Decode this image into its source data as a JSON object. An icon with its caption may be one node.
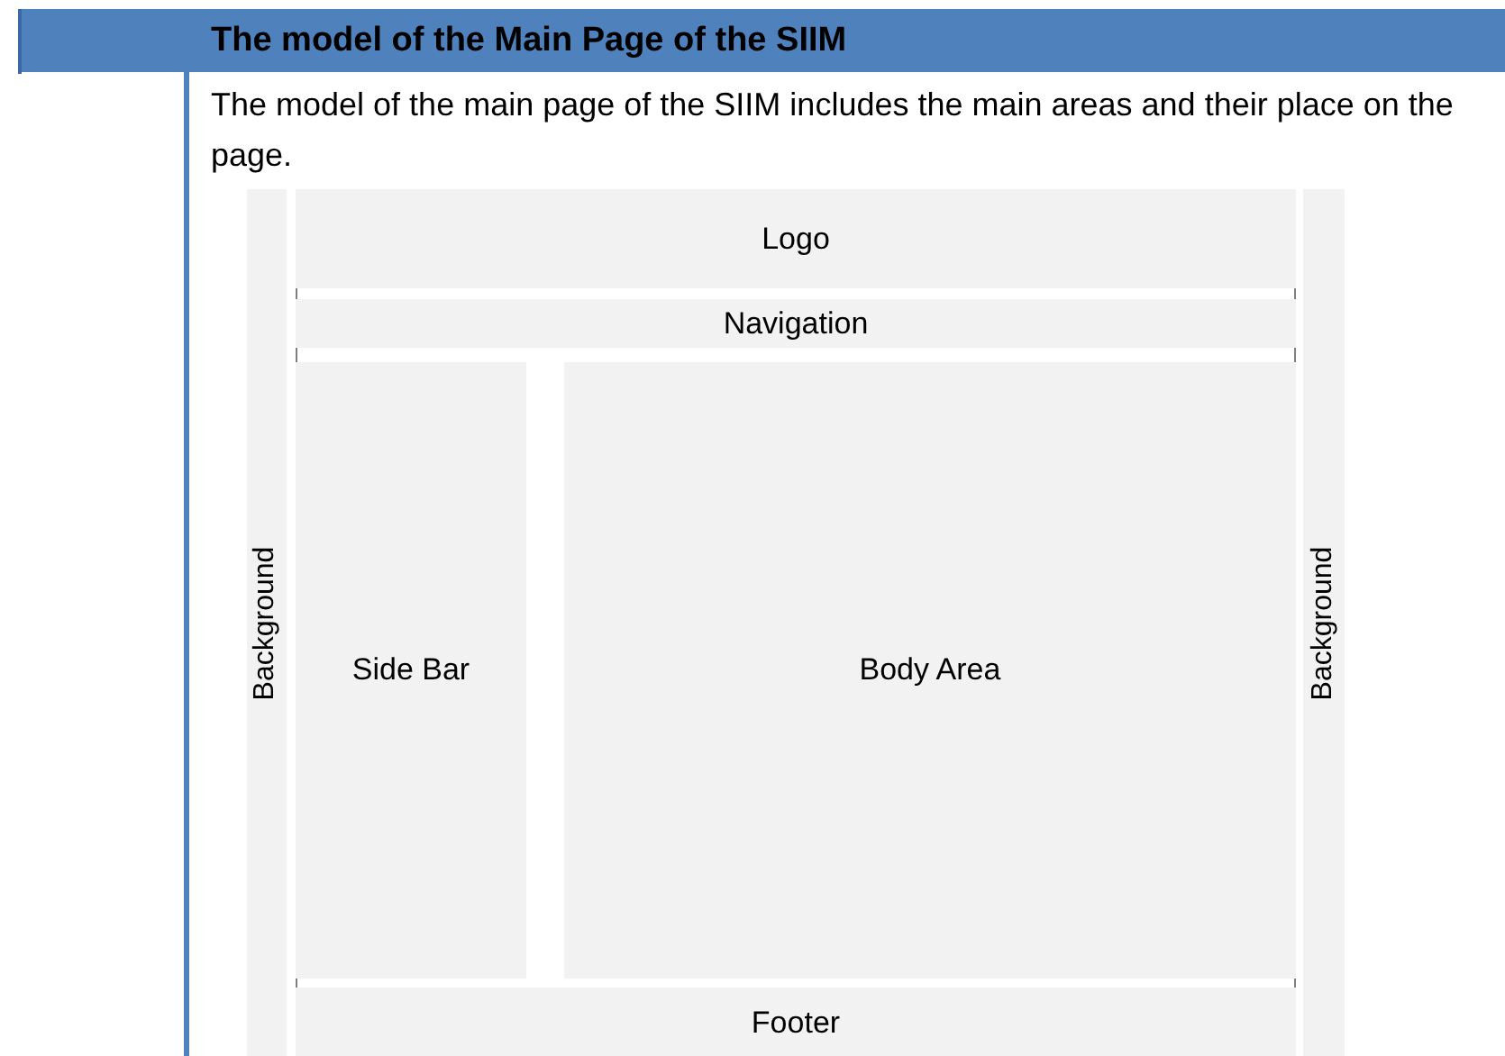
{
  "diagram": {
    "title": "The model of the Main Page of the SIIM",
    "caption": "The model of the main page of the SIIM includes the main areas and their place on the page.",
    "nodes": [
      {
        "text": [
          "Background"
        ]
      },
      {
        "text": [
          "Logo"
        ]
      },
      {
        "text": [
          "Navigation"
        ]
      },
      {
        "text": [
          "Side Bar"
        ]
      },
      {
        "text": [
          "Body Area"
        ]
      },
      {
        "text": [
          "Footer"
        ]
      },
      {
        "text": [
          "Background"
        ]
      }
    ]
  }
}
